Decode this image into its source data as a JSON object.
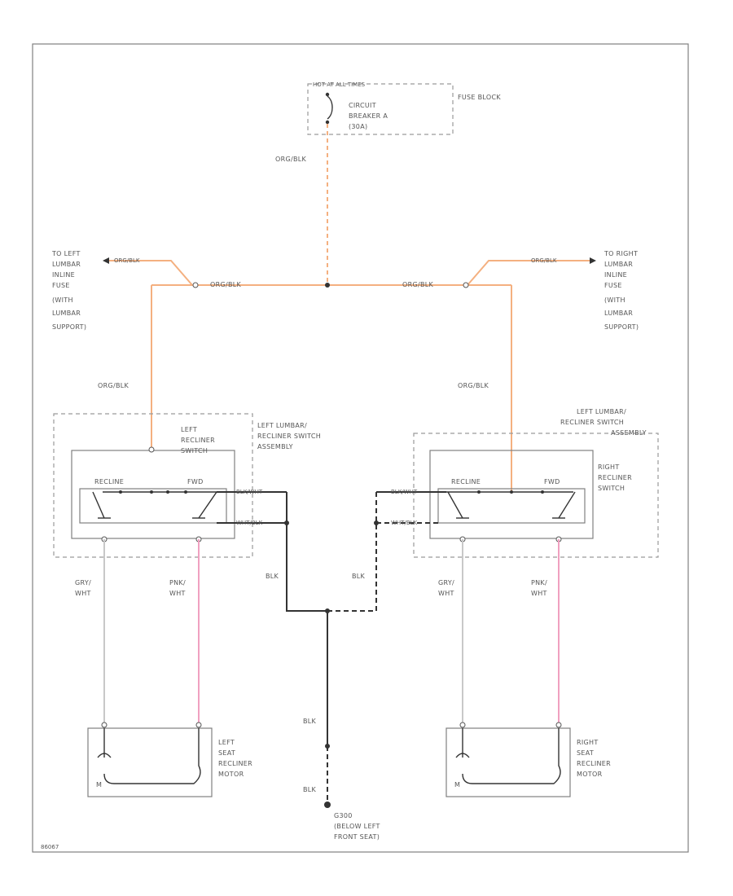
{
  "fuse_block": {
    "header": "HOT AT ALL TIMES",
    "breaker_line1": "CIRCUIT",
    "breaker_line2": "BREAKER A",
    "breaker_line3": "(30A)",
    "name": "FUSE BLOCK"
  },
  "wires": {
    "org_blk": "ORG/BLK",
    "blk": "BLK",
    "gry_wht": [
      "GRY/",
      "WHT"
    ],
    "pnk_wht": [
      "PNK/",
      "WHT"
    ],
    "switch_link_top": "BLK/WHT",
    "switch_link_bottom": "WHT/BLK"
  },
  "left_lumbar": {
    "lines": [
      "TO LEFT",
      "LUMBAR",
      "INLINE",
      "FUSE",
      "(WITH",
      "LUMBAR",
      "SUPPORT)"
    ]
  },
  "right_lumbar": {
    "lines": [
      "TO RIGHT",
      "LUMBAR",
      "INLINE",
      "FUSE",
      "(WITH",
      "LUMBAR",
      "SUPPORT)"
    ]
  },
  "left_assembly": {
    "lines": [
      "LEFT LUMBAR/",
      "RECLINER SWITCH",
      "ASSEMBLY"
    ],
    "switch_lines": [
      "LEFT",
      "RECLINER",
      "SWITCH"
    ],
    "recline": "RECLINE",
    "fwd": "FWD"
  },
  "right_assembly": {
    "lines": [
      "LEFT LUMBAR/",
      "RECLINER SWITCH",
      "ASSEMBLY"
    ],
    "switch_lines": [
      "RIGHT",
      "RECLINER",
      "SWITCH"
    ],
    "recline": "RECLINE",
    "fwd": "FWD"
  },
  "left_motor": {
    "lines": [
      "LEFT",
      "SEAT",
      "RECLINER",
      "MOTOR"
    ],
    "symbol": "M"
  },
  "right_motor": {
    "lines": [
      "RIGHT",
      "SEAT",
      "RECLINER",
      "MOTOR"
    ],
    "symbol": "M"
  },
  "ground": {
    "lines": [
      "G300",
      "(BELOW LEFT",
      "FRONT SEAT)"
    ]
  },
  "figure_id": "86067",
  "colors": {
    "org_blk": "#f4b080",
    "blk": "#333333",
    "gry_wht": "#c8c8c8",
    "pnk_wht": "#f0a0c0"
  }
}
